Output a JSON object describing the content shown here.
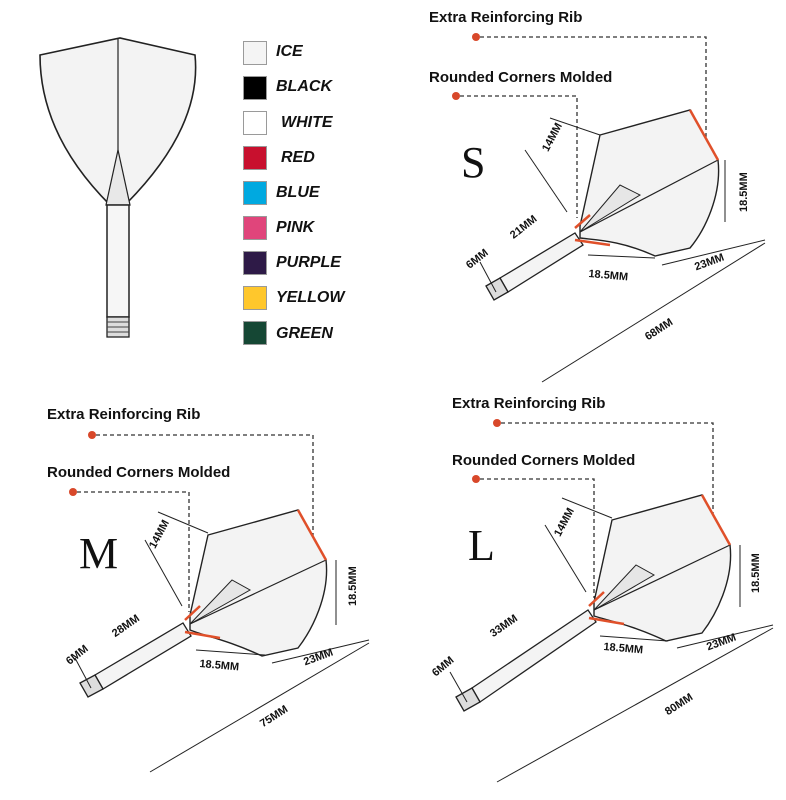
{
  "colors": [
    {
      "name": "ICE",
      "hex": "#f4f4f4"
    },
    {
      "name": "BLACK",
      "hex": "#000000"
    },
    {
      "name": "WHITE",
      "hex": "#ffffff"
    },
    {
      "name": "RED",
      "hex": "#c8102e"
    },
    {
      "name": "BLUE",
      "hex": "#00a9e0"
    },
    {
      "name": "PINK",
      "hex": "#e0457b"
    },
    {
      "name": "PURPLE",
      "hex": "#2e1a47"
    },
    {
      "name": "YELLOW",
      "hex": "#ffc72c"
    },
    {
      "name": "GREEN",
      "hex": "#154734"
    }
  ],
  "callouts": {
    "rib": "Extra Reinforcing Rib",
    "corners": "Rounded Corners Molded",
    "accent": "#e0502a"
  },
  "sizes": {
    "s": {
      "label": "S",
      "top": "14MM",
      "stem": "21MM",
      "tip": "6MM",
      "height": "18.5MM",
      "base": "18.5MM",
      "back": "23MM",
      "total": "68MM"
    },
    "m": {
      "label": "M",
      "top": "14MM",
      "stem": "28MM",
      "tip": "6MM",
      "height": "18.5MM",
      "base": "18.5MM",
      "back": "23MM",
      "total": "75MM"
    },
    "l": {
      "label": "L",
      "top": "14MM",
      "stem": "33MM",
      "tip": "6MM",
      "height": "18.5MM",
      "base": "18.5MM",
      "back": "23MM",
      "total": "80MM"
    }
  }
}
